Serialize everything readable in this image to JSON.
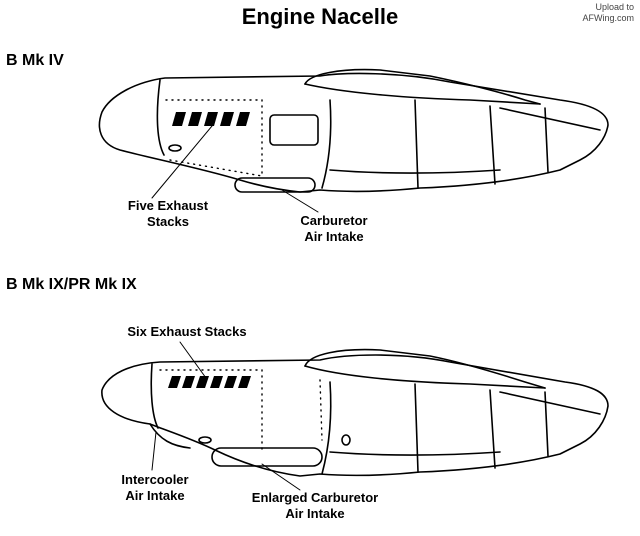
{
  "header": {
    "title": "Engine Nacelle",
    "watermark_line1": "Upload to",
    "watermark_line2": "AFWing.com"
  },
  "variants": [
    {
      "label": "B Mk IV",
      "callouts": {
        "exhaust_line1": "Five Exhaust",
        "exhaust_line2": "Stacks",
        "intake_line1": "Carburetor",
        "intake_line2": "Air Intake"
      },
      "exhaust_stack_count": 5
    },
    {
      "label": "B Mk IX/PR Mk IX",
      "callouts": {
        "exhaust_line1": "Six Exhaust Stacks",
        "intercooler_line1": "Intercooler",
        "intercooler_line2": "Air Intake",
        "intake_line1": "Enlarged Carburetor",
        "intake_line2": "Air Intake"
      },
      "exhaust_stack_count": 6
    }
  ]
}
